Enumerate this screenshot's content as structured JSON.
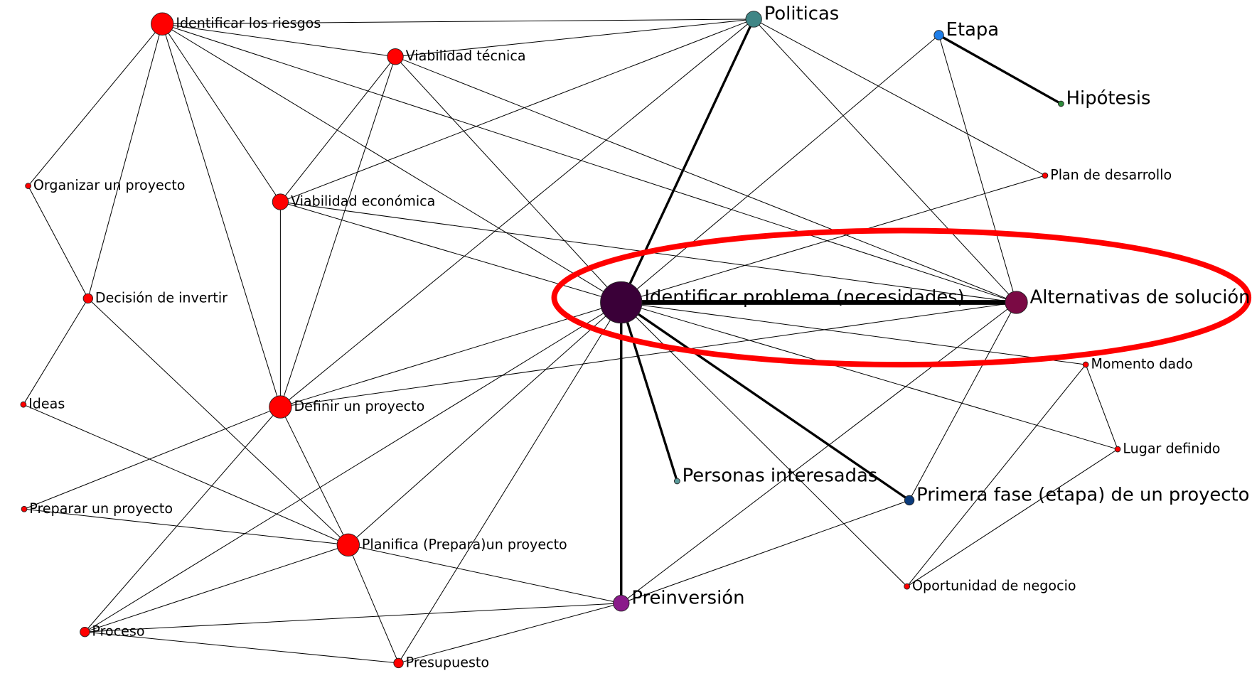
{
  "nodes": [
    {
      "id": "riesgos",
      "label": "Identificar los riesgos",
      "color": "#ff0000",
      "size": "large",
      "font": "small"
    },
    {
      "id": "vtecnica",
      "label": "Viabilidad técnica",
      "color": "#ff0000",
      "size": "medium",
      "font": "small"
    },
    {
      "id": "politicas",
      "label": "Politicas",
      "color": "#3f8585",
      "size": "medium",
      "font": "large"
    },
    {
      "id": "etapa",
      "label": "Etapa",
      "color": "#1e7ee8",
      "size": "small",
      "font": "large"
    },
    {
      "id": "hipotesis",
      "label": "Hipótesis",
      "color": "#2e8b3a",
      "size": "tiny",
      "font": "large"
    },
    {
      "id": "plan",
      "label": "Plan de desarrollo",
      "color": "#ff0000",
      "size": "tiny",
      "font": "small"
    },
    {
      "id": "organizar",
      "label": "Organizar un proyecto",
      "color": "#ff0000",
      "size": "tiny",
      "font": "small"
    },
    {
      "id": "veconomica",
      "label": "Viabilidad económica",
      "color": "#ff0000",
      "size": "medium",
      "font": "small"
    },
    {
      "id": "decision",
      "label": "Decisión de invertir",
      "color": "#ff0000",
      "size": "small",
      "font": "small"
    },
    {
      "id": "problema",
      "label": "Identificar problema (necesidades)",
      "color": "#3a0038",
      "size": "huge",
      "font": "large"
    },
    {
      "id": "alternativas",
      "label": "Alternativas de solución",
      "color": "#7a0a44",
      "size": "large",
      "font": "large"
    },
    {
      "id": "momento",
      "label": "Momento dado",
      "color": "#ff0000",
      "size": "tiny",
      "font": "small"
    },
    {
      "id": "ideas",
      "label": "Ideas",
      "color": "#ff0000",
      "size": "tiny",
      "font": "small"
    },
    {
      "id": "definir",
      "label": "Definir un proyecto",
      "color": "#ff0000",
      "size": "large",
      "font": "small"
    },
    {
      "id": "lugar",
      "label": "Lugar definido",
      "color": "#ff0000",
      "size": "tiny",
      "font": "small"
    },
    {
      "id": "personas",
      "label": "Personas interesadas",
      "color": "#5a9a9a",
      "size": "tiny",
      "font": "large"
    },
    {
      "id": "primera",
      "label": "Primera fase (etapa) de un proyecto",
      "color": "#0a3a7a",
      "size": "small",
      "font": "large"
    },
    {
      "id": "preparar",
      "label": "Preparar un proyecto",
      "color": "#ff0000",
      "size": "tiny",
      "font": "small"
    },
    {
      "id": "planifica",
      "label": "Planifica (Prepara)un proyecto",
      "color": "#ff0000",
      "size": "large",
      "font": "small"
    },
    {
      "id": "oportunidad",
      "label": "Oportunidad de negocio",
      "color": "#ff0000",
      "size": "tiny",
      "font": "small"
    },
    {
      "id": "preinversion",
      "label": "Preinversión",
      "color": "#8a1a8a",
      "size": "medium",
      "font": "large"
    },
    {
      "id": "proceso",
      "label": "Proceso",
      "color": "#ff0000",
      "size": "small",
      "font": "small"
    },
    {
      "id": "presupuesto",
      "label": "Presupuesto",
      "color": "#ff0000",
      "size": "small",
      "font": "small"
    }
  ],
  "edges": [
    [
      "riesgos",
      "politicas",
      1
    ],
    [
      "riesgos",
      "vtecnica",
      1
    ],
    [
      "riesgos",
      "organizar",
      1
    ],
    [
      "riesgos",
      "decision",
      1
    ],
    [
      "riesgos",
      "veconomica",
      1
    ],
    [
      "riesgos",
      "definir",
      1
    ],
    [
      "riesgos",
      "problema",
      1
    ],
    [
      "riesgos",
      "alternativas",
      1
    ],
    [
      "vtecnica",
      "politicas",
      1
    ],
    [
      "vtecnica",
      "veconomica",
      1
    ],
    [
      "vtecnica",
      "definir",
      1
    ],
    [
      "vtecnica",
      "problema",
      1
    ],
    [
      "vtecnica",
      "alternativas",
      1
    ],
    [
      "politicas",
      "problema",
      3
    ],
    [
      "politicas",
      "veconomica",
      1
    ],
    [
      "politicas",
      "definir",
      1
    ],
    [
      "politicas",
      "plan",
      1
    ],
    [
      "politicas",
      "alternativas",
      1
    ],
    [
      "etapa",
      "hipotesis",
      3
    ],
    [
      "etapa",
      "alternativas",
      1
    ],
    [
      "etapa",
      "problema",
      1
    ],
    [
      "plan",
      "problema",
      1
    ],
    [
      "organizar",
      "decision",
      1
    ],
    [
      "decision",
      "ideas",
      1
    ],
    [
      "decision",
      "planifica",
      1
    ],
    [
      "veconomica",
      "definir",
      1
    ],
    [
      "veconomica",
      "problema",
      1
    ],
    [
      "veconomica",
      "alternativas",
      1
    ],
    [
      "problema",
      "alternativas",
      6
    ],
    [
      "problema",
      "momento",
      1
    ],
    [
      "problema",
      "lugar",
      1
    ],
    [
      "problema",
      "personas",
      3
    ],
    [
      "problema",
      "primera",
      3
    ],
    [
      "problema",
      "preinversion",
      3
    ],
    [
      "problema",
      "oportunidad",
      1
    ],
    [
      "problema",
      "definir",
      1
    ],
    [
      "problema",
      "planifica",
      1
    ],
    [
      "problema",
      "proceso",
      1
    ],
    [
      "problema",
      "presupuesto",
      1
    ],
    [
      "alternativas",
      "definir",
      1
    ],
    [
      "alternativas",
      "primera",
      1
    ],
    [
      "alternativas",
      "preinversion",
      1
    ],
    [
      "momento",
      "lugar",
      1
    ],
    [
      "momento",
      "oportunidad",
      1
    ],
    [
      "lugar",
      "oportunidad",
      1
    ],
    [
      "primera",
      "preinversion",
      1
    ],
    [
      "ideas",
      "planifica",
      1
    ],
    [
      "definir",
      "planifica",
      1
    ],
    [
      "definir",
      "preparar",
      1
    ],
    [
      "definir",
      "proceso",
      1
    ],
    [
      "preparar",
      "planifica",
      1
    ],
    [
      "planifica",
      "preinversion",
      1
    ],
    [
      "planifica",
      "presupuesto",
      1
    ],
    [
      "planifica",
      "proceso",
      1
    ],
    [
      "proceso",
      "preinversion",
      1
    ],
    [
      "proceso",
      "presupuesto",
      1
    ],
    [
      "presupuesto",
      "preinversion",
      1
    ]
  ],
  "highlight": {
    "color": "#ff0000",
    "target": "Identificar problema (necesidades) — Alternativas de solución"
  }
}
